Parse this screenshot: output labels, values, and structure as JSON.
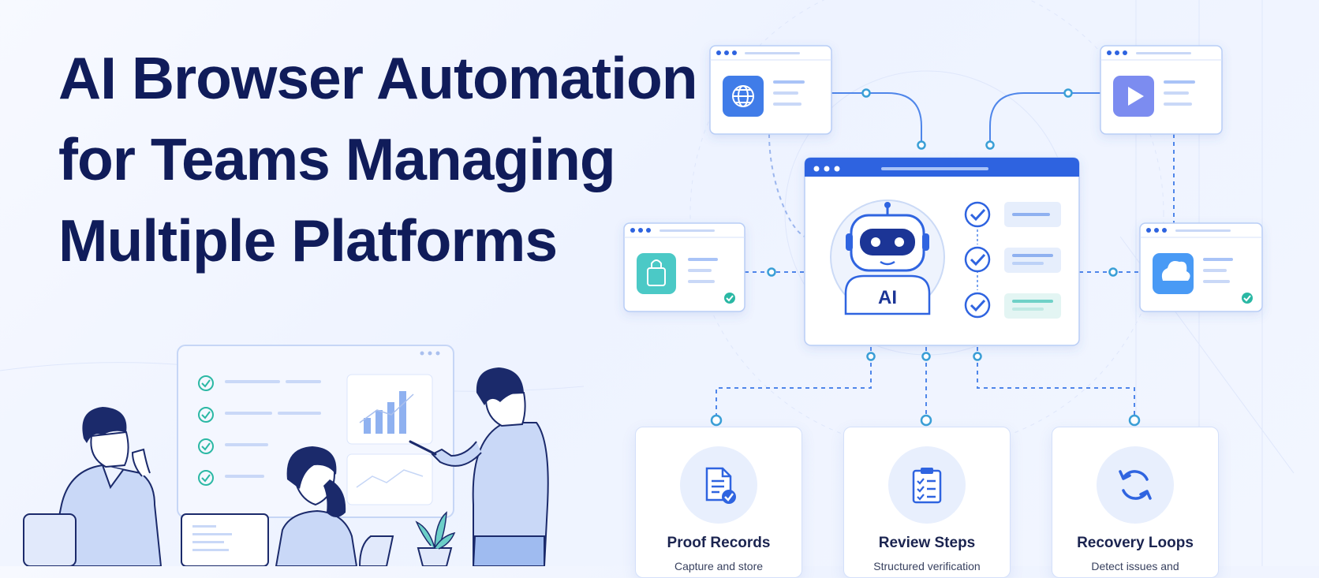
{
  "hero": {
    "title_lines": [
      "AI Browser Automation",
      "for Teams Managing",
      "Multiple Platforms"
    ]
  },
  "hub": {
    "badge": "AI",
    "checklist_count": 3
  },
  "platform_windows": [
    {
      "icon": "globe-icon",
      "color": "#3f7be8"
    },
    {
      "icon": "play-icon",
      "color": "#7b8cf0"
    },
    {
      "icon": "shopping-bag-icon",
      "color": "#4cc9c6"
    },
    {
      "icon": "cloud-icon",
      "color": "#4a9af5"
    }
  ],
  "features": [
    {
      "title": "Proof Records",
      "desc": "Capture and store",
      "icon": "document-check-icon"
    },
    {
      "title": "Review Steps",
      "desc": "Structured verification",
      "icon": "clipboard-checklist-icon"
    },
    {
      "title": "Recovery Loops",
      "desc": "Detect issues and",
      "icon": "refresh-cycle-icon"
    }
  ],
  "colors": {
    "headline": "#101c5a",
    "accent": "#3a6de0",
    "teal": "#2fb5b0",
    "check_green": "#2bb8a4",
    "figure_fill": "#c9d8f7",
    "figure_hair": "#1b2a6b"
  }
}
